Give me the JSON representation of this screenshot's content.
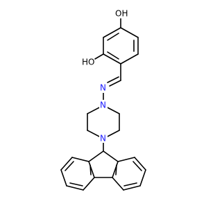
{
  "molecule": {
    "atom_labels": {
      "oh_top": "OH",
      "oh_left": "HO",
      "imine_n": "N",
      "piperazine_n_top": "N",
      "piperazine_n_bottom": "N"
    },
    "colors": {
      "bond": "#000000",
      "nitrogen": "#1a1aff",
      "oxygen": "#000000",
      "background": "#ffffff"
    }
  }
}
